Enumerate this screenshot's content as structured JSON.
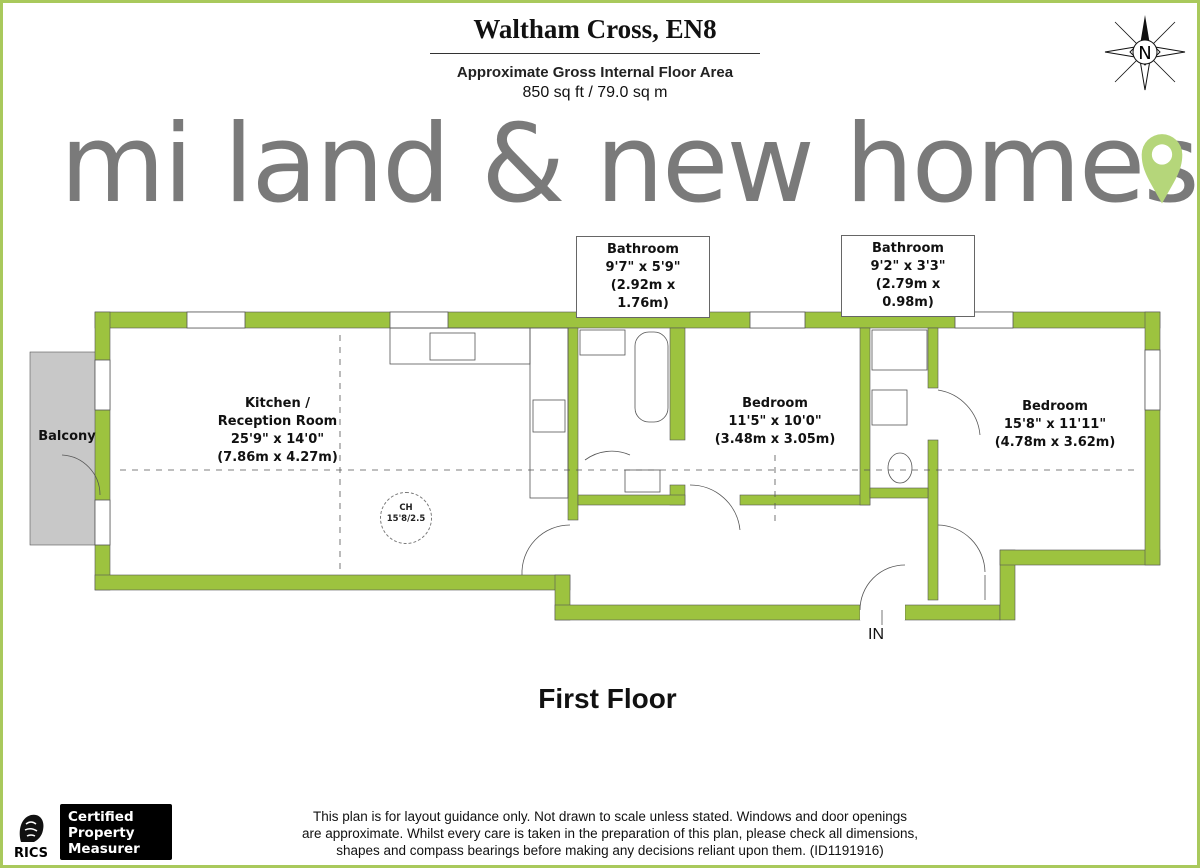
{
  "header": {
    "title": "Waltham Cross, EN8",
    "subtitle": "Approximate Gross Internal Floor Area",
    "area": "850 sq ft / 79.0 sq m"
  },
  "compass": {
    "label": "N"
  },
  "rooms": {
    "balcony": {
      "name": "Balcony"
    },
    "kitchen": {
      "name_line1": "Kitchen /",
      "name_line2": "Reception Room",
      "imperial": "25'9\" x 14'0\"",
      "metric": "(7.86m x 4.27m)"
    },
    "ch": {
      "label": "CH",
      "value": "15'8/2.5"
    },
    "bathroom1": {
      "name": "Bathroom",
      "imperial": "9'7\" x 5'9\"",
      "metric": "(2.92m x 1.76m)"
    },
    "bathroom2": {
      "name": "Bathroom",
      "imperial": "9'2\" x 3'3\"",
      "metric": "(2.79m x 0.98m)"
    },
    "bedroom1": {
      "name": "Bedroom",
      "imperial": "11'5\" x 10'0\"",
      "metric": "(3.48m x 3.05m)"
    },
    "bedroom2": {
      "name": "Bedroom",
      "imperial": "15'8\" x 11'11\"",
      "metric": "(4.78m x 3.62m)"
    }
  },
  "entrance_label": "IN",
  "floor_label": "First Floor",
  "watermark": "mi land & new homes",
  "disclaimer": {
    "line1": "This plan is for layout guidance only. Not drawn to scale unless stated. Windows and door openings",
    "line2": "are approximate. Whilst every care is taken in the preparation of this plan, please check all dimensions,",
    "line3": "shapes and compass bearings before making any decisions reliant upon them. (ID1191916)"
  },
  "badges": {
    "rics": "RICS",
    "certified_line1": "Certified",
    "certified_line2": "Property",
    "certified_line3": "Measurer"
  },
  "colors": {
    "wall": "#9dc33f",
    "border": "#a9c95c",
    "balcony": "#c8c8c8",
    "watermark_accent": "#b5d67a"
  }
}
